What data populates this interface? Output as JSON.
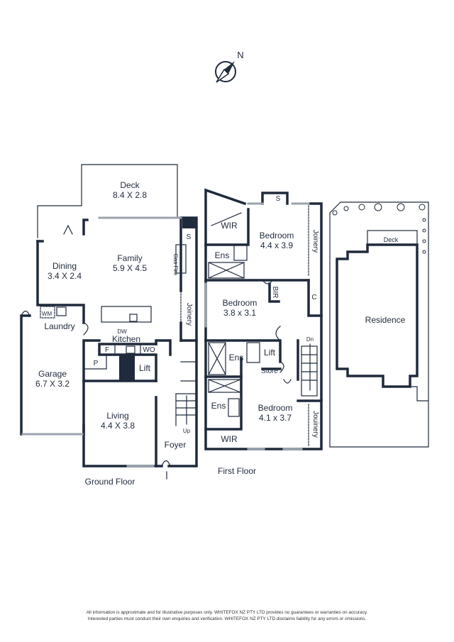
{
  "compass": {
    "label": "N",
    "icon": "north-arrow-icon"
  },
  "colors": {
    "walls": "#1f2a3c",
    "windows": "#9aa3ad"
  },
  "ground_floor": {
    "title": "Ground Floor",
    "rooms": {
      "deck": {
        "name": "Deck",
        "size": "8.4 X 2.8"
      },
      "family": {
        "name": "Family",
        "size": "5.9 X 4.5"
      },
      "dining": {
        "name": "Dining",
        "size": "3.4 X 2.4"
      },
      "garage": {
        "name": "Garage",
        "size": "6.7 X 3.2"
      },
      "living": {
        "name": "Living",
        "size": "4.4 X 3.8"
      },
      "laundry": {
        "name": "Laundry"
      },
      "kitchen": {
        "name": "Kitchen"
      },
      "foyer": {
        "name": "Foyer"
      },
      "lift": {
        "name": "Lift"
      }
    },
    "fixtures": {
      "s": "S",
      "gas_fire": "Gas Fire",
      "joinery": "Joinery",
      "wm": "WM",
      "dw": "DW",
      "f": "F",
      "wo": "WO",
      "p": "P",
      "up": "Up"
    }
  },
  "first_floor": {
    "title": "First Floor",
    "rooms": {
      "bed1": {
        "name": "Bedroom",
        "size": "4.4 x 3.9"
      },
      "bed2": {
        "name": "Bedroom",
        "size": "3.8 x 3.1"
      },
      "bed3": {
        "name": "Bedroom",
        "size": "4.1 x 3.7"
      },
      "wir1": "WIR",
      "wir2": "WIR",
      "ens1": "Ens",
      "ens2": "Ens",
      "ens3": "Ens",
      "lift": "Lift",
      "store": "Store"
    },
    "fixtures": {
      "s": "S",
      "joinery1": "Joinery",
      "joinery2": "Jouinery",
      "bir": "BIR",
      "c": "C",
      "dn": "Dn"
    }
  },
  "site": {
    "deck": "Deck",
    "residence": "Residence"
  },
  "disclaimer": [
    "All information is approximate and for illustrative purposes only. WHITEFOX NZ PTY LTD provides no guarantees or warranties on accuracy.",
    "Interested parties must conduct their own enquiries and verification. WHITEFOX NZ PTY LTD disclaims liability for any errors or omissions."
  ]
}
